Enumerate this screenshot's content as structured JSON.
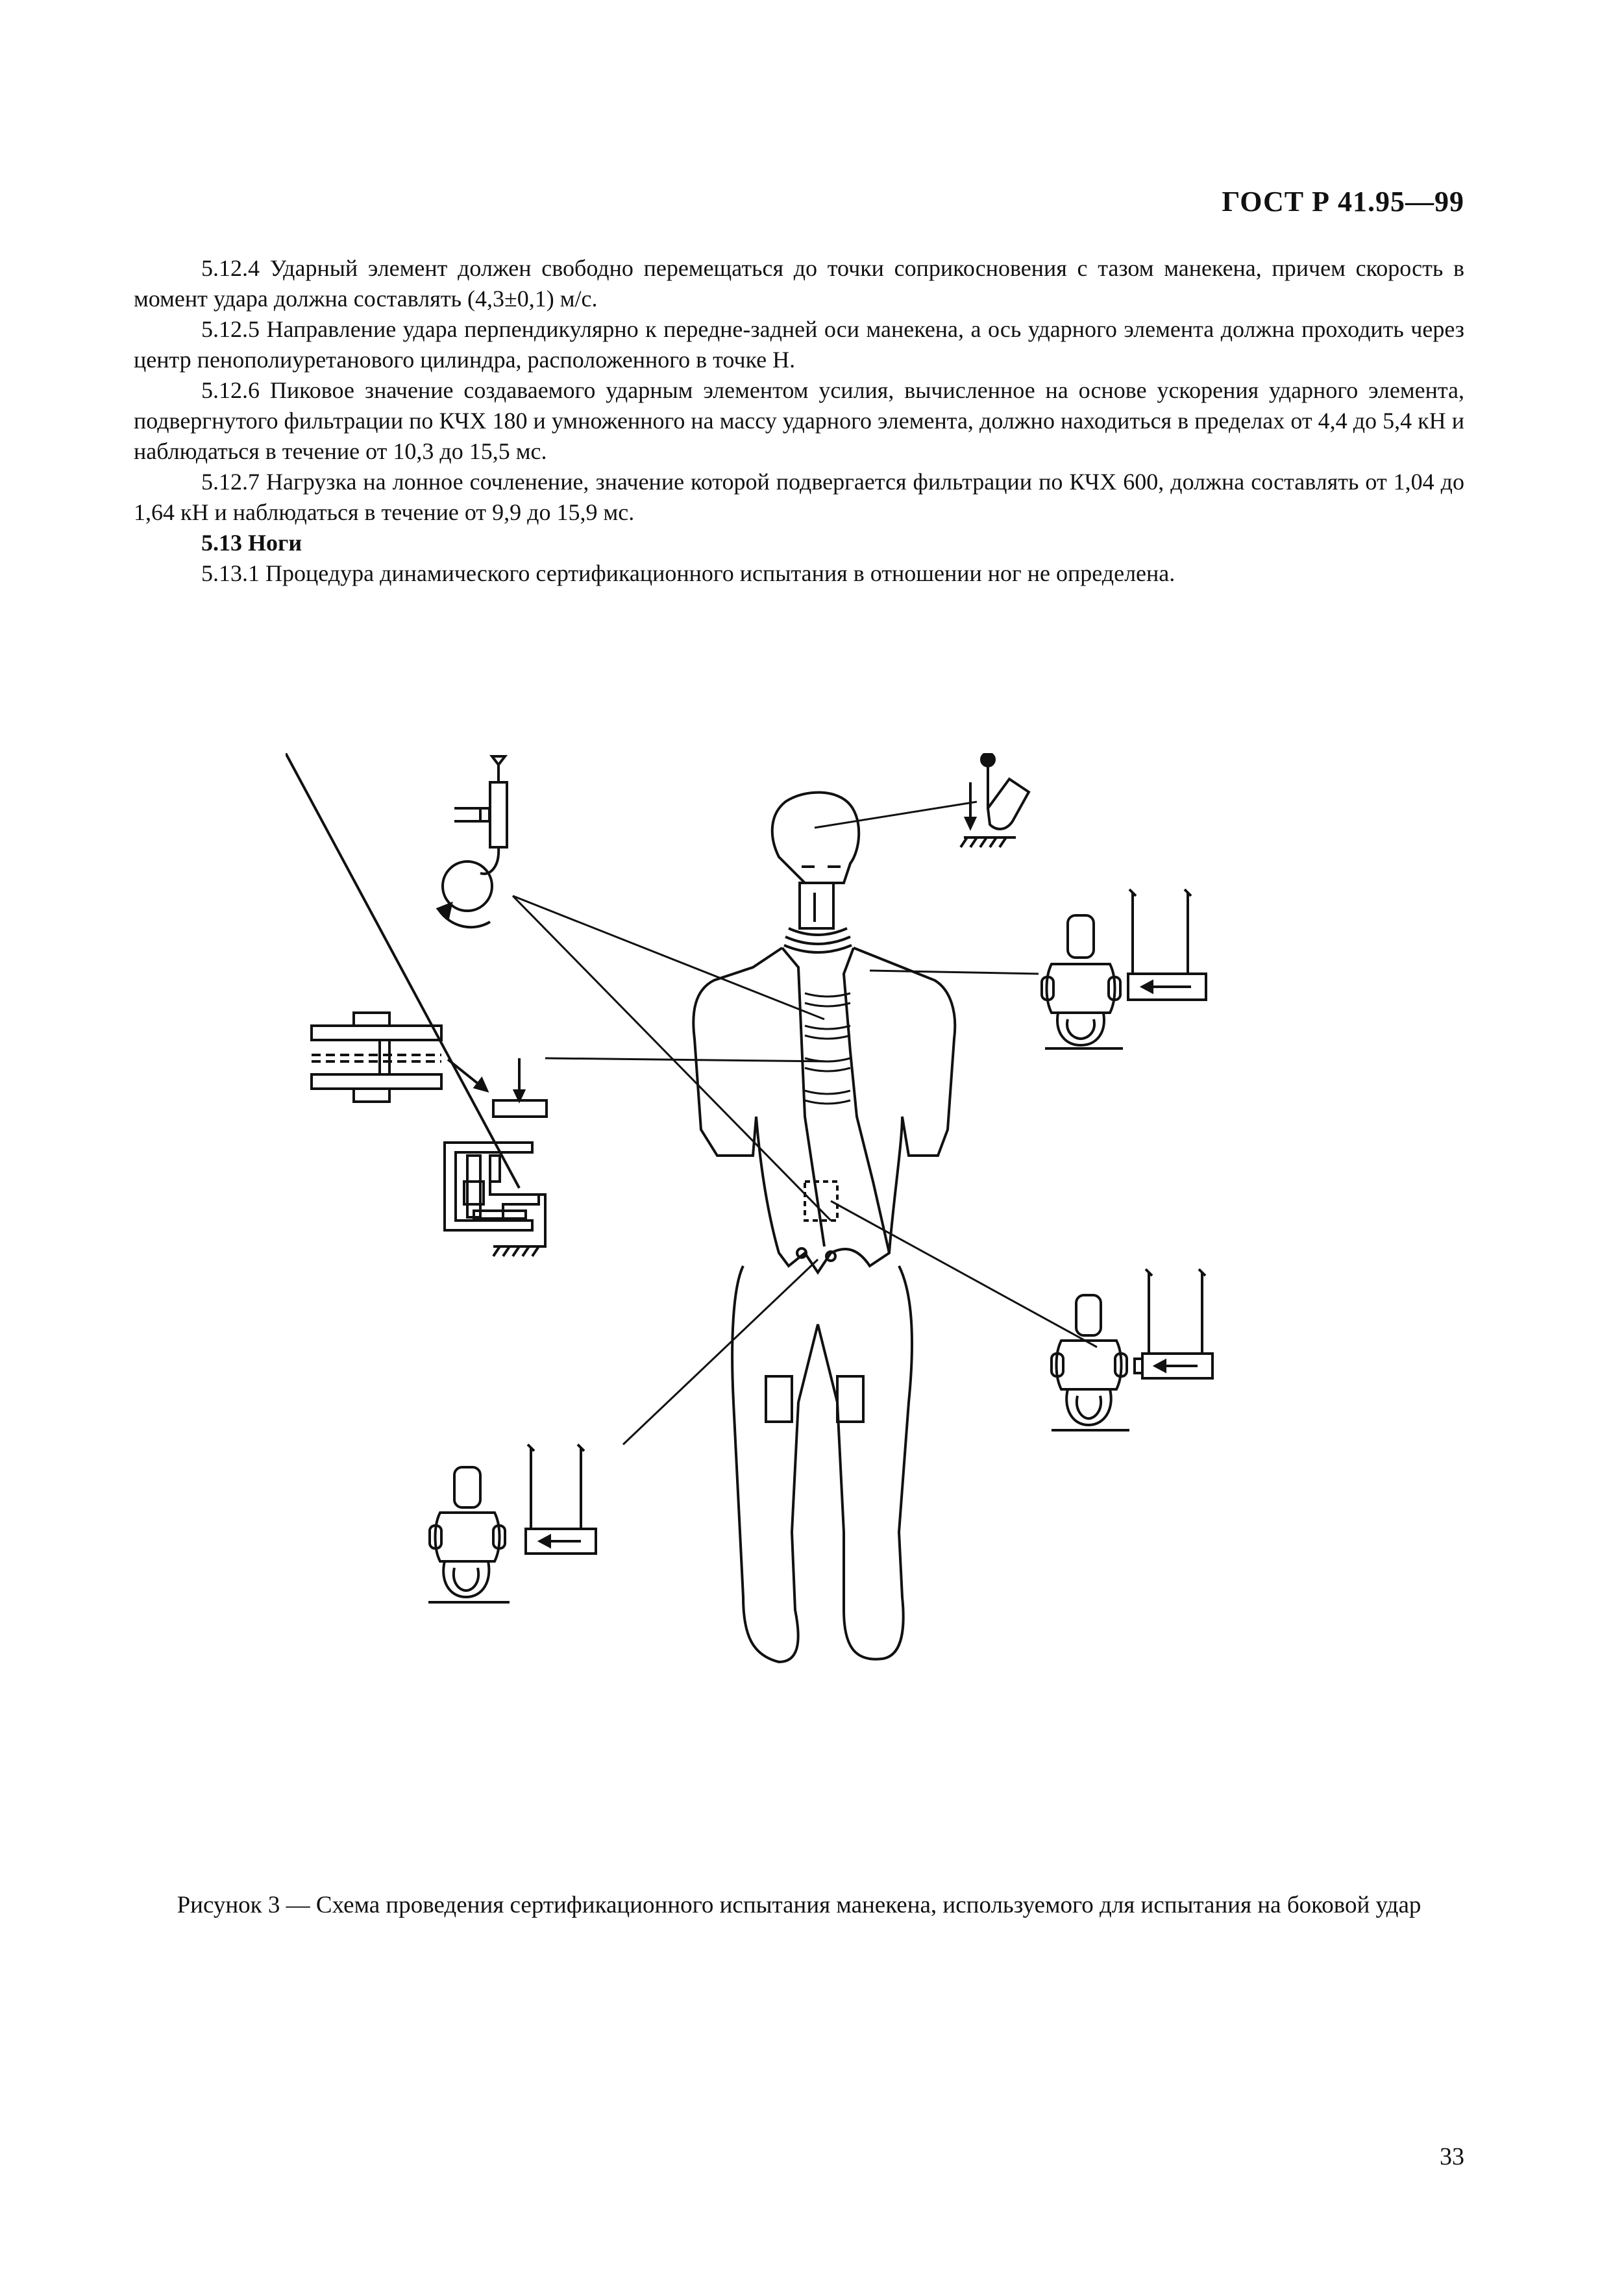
{
  "header": {
    "doc_code": "ГОСТ Р 41.95—99"
  },
  "paragraphs": [
    "5.12.4 Ударный элемент должен свободно перемещаться до точки соприкосновения с тазом манекена, причем скорость в момент удара должна составлять (4,3±0,1) м/с.",
    "5.12.5 Направление удара перпендикулярно к передне-задней оси манекена, а ось ударного элемента должна проходить через центр пенополиуретанового цилиндра, расположенного в точке H.",
    "5.12.6 Пиковое значение создаваемого ударным элементом усилия, вычисленное на основе ускорения ударного элемента, подвергнутого фильтрации по КЧХ 180 и умноженного на массу ударного элемента, должно находиться в пределах от 4,4 до 5,4 кН и наблюдаться в течение от 10,3 до 15,5 мс.",
    "5.12.7 Нагрузка на лонное сочленение, значение которой подвергается фильтрации по КЧХ 600, должна составлять от 1,04 до 1,64 кН и наблюдаться в течение от 9,9 до 15,9 мс."
  ],
  "section": {
    "heading": "5.13 Ноги"
  },
  "section_paragraph": "5.13.1 Процедура динамического сертификационного испытания в отношении ног не определена.",
  "figure": {
    "caption": "Рисунок 3 — Схема проведения сертификационного испытания манекена, используемого для испытания на боковой удар"
  },
  "page_number": "33"
}
